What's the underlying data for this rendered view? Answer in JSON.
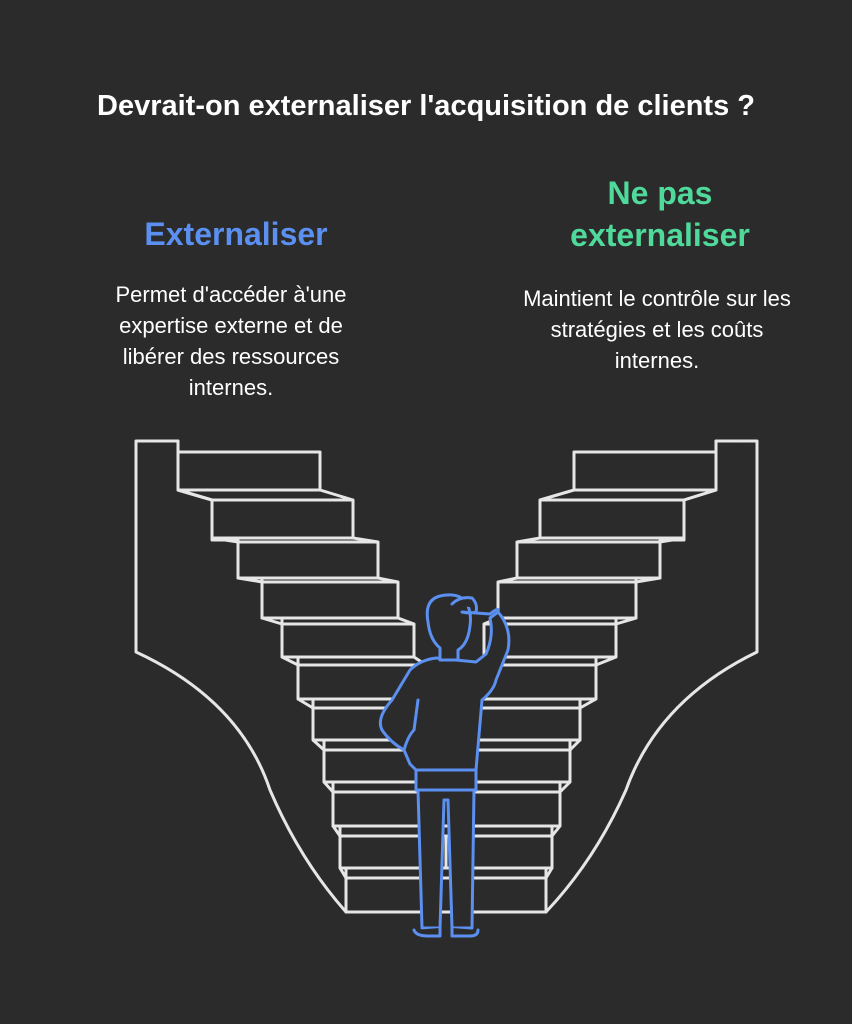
{
  "title": "Devrait-on externaliser l'acquisition de clients ?",
  "options": {
    "left": {
      "heading": "Externaliser",
      "description": "Permet d'accéder à'une expertise externe et de libérer des ressources internes.",
      "color": "#5b8ff0"
    },
    "right": {
      "heading": "Ne pas externaliser",
      "description": "Maintient le contrôle sur les stratégies et les coûts internes.",
      "color": "#4fd99a"
    }
  },
  "colors": {
    "background": "#2b2b2b",
    "stair_line": "#e6e6e6",
    "figure_line": "#5b8ff0"
  },
  "illustration": {
    "icons": [
      "staircase-left-icon",
      "staircase-right-icon",
      "thinking-person-icon"
    ]
  }
}
